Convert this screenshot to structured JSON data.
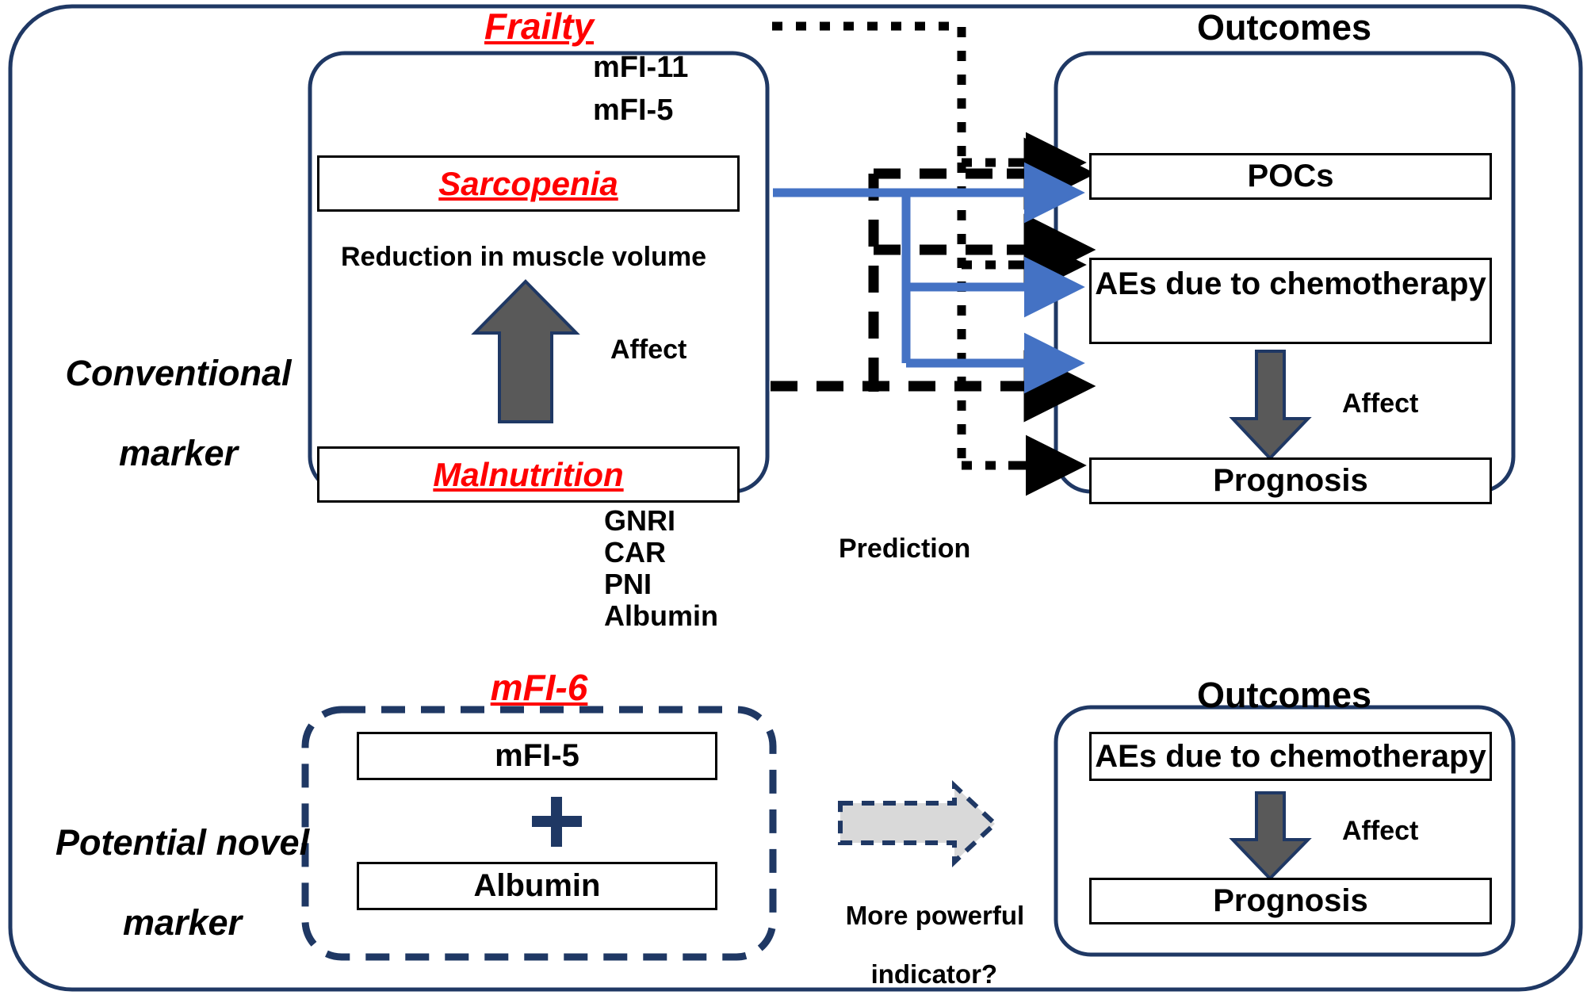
{
  "diagram": {
    "title_hidden": "Frailty and nutrition markers predicting surgical outcomes",
    "rows": {
      "conventional": {
        "side_label_line1": "Conventional",
        "side_label_line2": "marker",
        "frailty_heading": "Frailty",
        "frailty_indices": [
          "mFI-11",
          "mFI-5"
        ],
        "sarcopenia_box": "Sarcopenia",
        "muscle_text": "Reduction in muscle volume",
        "affect_label": "Affect",
        "malnutrition_box": "Malnutrition",
        "malnutrition_markers": [
          "GNRI",
          "CAR",
          "PNI",
          "Albumin"
        ],
        "prediction_label": "Prediction",
        "outcomes_heading": "Outcomes",
        "outcome_boxes": [
          "POCs",
          "AEs due to chemotherapy",
          "Prognosis"
        ],
        "outcome_affect_label": "Affect"
      },
      "novel": {
        "side_label_line1": "Potential novel",
        "side_label_line2": "marker",
        "mfi6_heading": "mFI-6",
        "component_top": "mFI-5",
        "plus_symbol": "+",
        "component_bottom": "Albumin",
        "question_line1": "More powerful",
        "question_line2": "indicator?",
        "outcomes_heading": "Outcomes",
        "outcome_boxes": [
          "AEs due to chemotherapy",
          "Prognosis"
        ],
        "outcome_affect_label": "Affect"
      }
    },
    "colors": {
      "frame_navy": "#1F3864",
      "accent_red": "#FF0000",
      "arrow_blue": "#4472C4",
      "block_arrow_gray": "#595959",
      "soft_gray": "#D9D9D9",
      "black": "#000000"
    },
    "icon_names": {
      "up_block_arrow": "up-block-arrow-icon",
      "down_block_arrow": "down-block-arrow-icon",
      "right_block_arrow": "right-block-arrow-icon",
      "dotted_connector": "dotted-arrow-icon",
      "dashed_connector": "dashed-arrow-icon",
      "solid_blue_connector": "blue-arrow-icon"
    }
  }
}
